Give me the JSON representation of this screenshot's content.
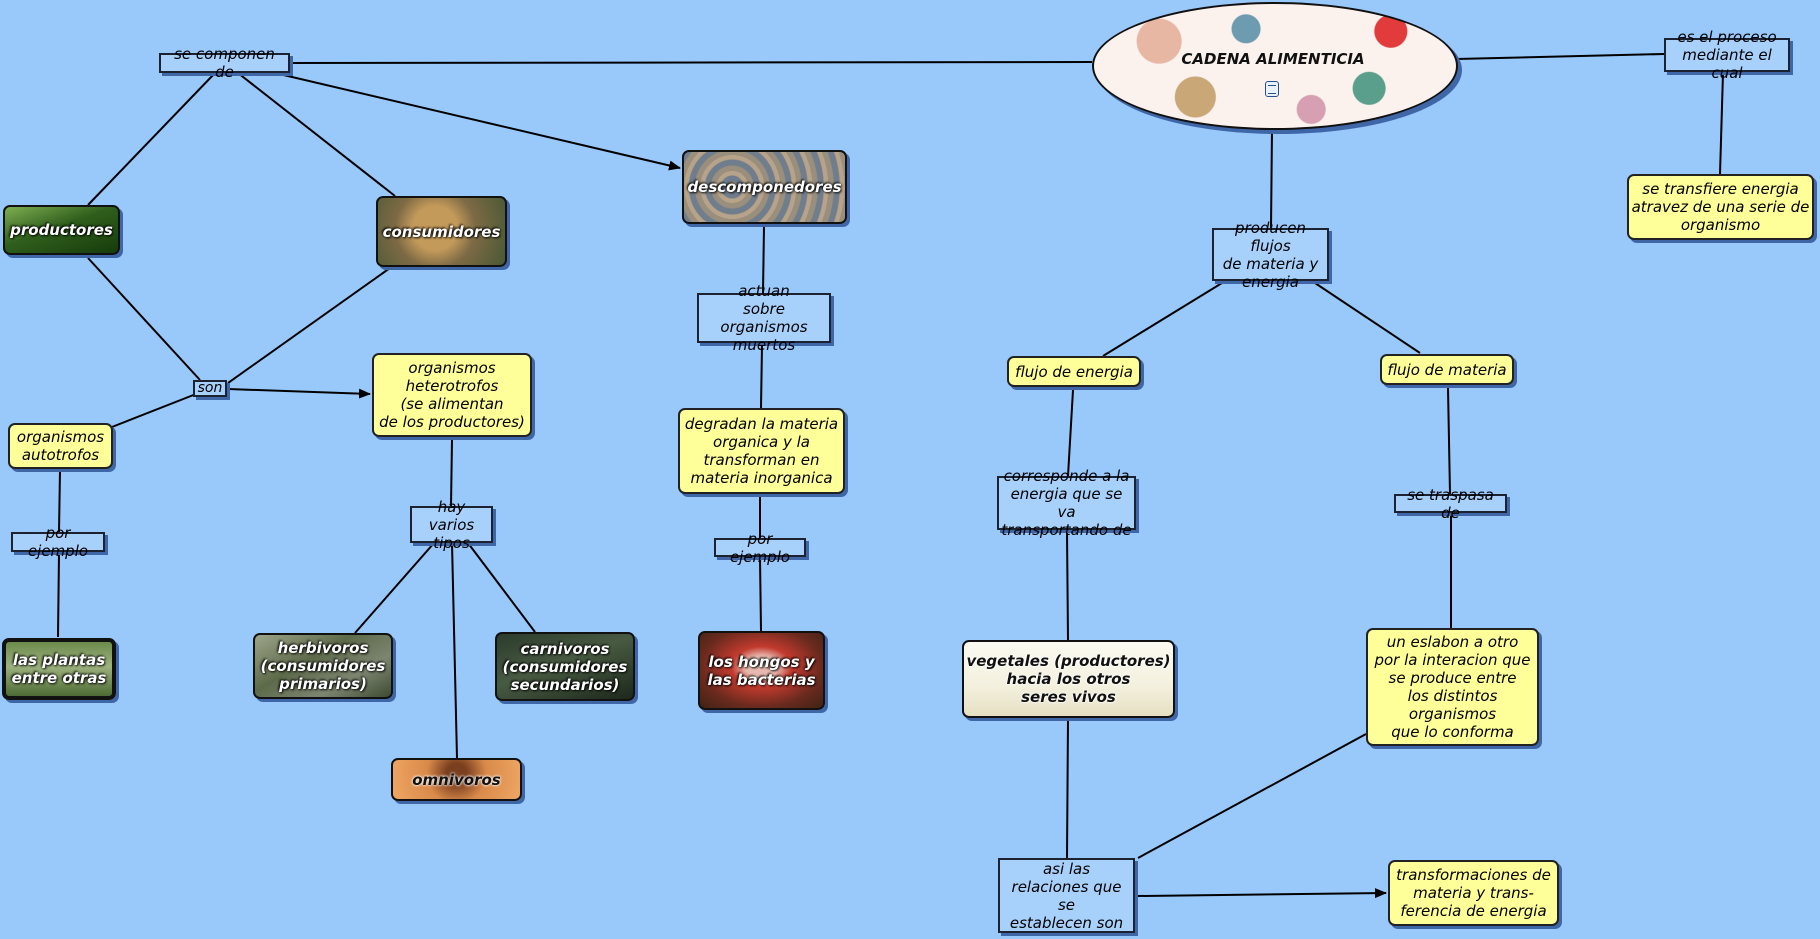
{
  "title": "CADENA ALIMENTICIA",
  "nodes": {
    "se_componen_de": "se componen de",
    "productores": "productores",
    "consumidores": "consumidores",
    "descomponedores": "descomponedores",
    "son": "son",
    "organismos_autotrofos": "organismos\nautotrofos",
    "organismos_heterotrofos": "organismos\nheterotrofos\n(se alimentan\nde los productores)",
    "por_ejemplo_1": "por ejemplo",
    "las_plantas": "las plantas\nentre otras",
    "hay_varios_tipos": "hay varios\ntipos",
    "herbivoros": "herbivoros\n(consumidores\nprimarios)",
    "carnivoros": "carnivoros\n(consumidores\nsecundarios)",
    "omnivoros": "omnivoros",
    "actuan": "actuan\nsobre organismos\nmuertos",
    "degradan": "degradan la materia\norganica y la\ntransforman en\nmateria inorganica",
    "por_ejemplo_2": "por ejemplo",
    "hongos": "los hongos y\nlas bacterias",
    "producen_flujos": "producen flujos\nde materia y\nenergia",
    "flujo_energia": "flujo de energia",
    "flujo_materia": "flujo de materia",
    "corresponde": "corresponde a la\nenergia que se va\ntransportando de",
    "se_traspasa_de": "se traspasa de",
    "vegetales": "vegetales (productores)\nhacia los otros\nseres vivos",
    "eslabon": "un eslabon a otro\npor la interacion que\nse produce entre\nlos distintos\norganismos\nque lo conforma",
    "asi_las_relaciones": "asi las\nrelaciones que se\nestablecen son",
    "transformaciones": "transformaciones de\nmateria y trans-\nferencia de energia",
    "es_el_proceso": "es el proceso\nmediante el cual",
    "se_transfiere": "se transfiere energia\natravez de una serie de\norganismo"
  },
  "icons": {
    "title_attachment": "document-icon"
  },
  "colors": {
    "background": "#99c8fb",
    "yellow_node": "#ffff99",
    "label_node": "#a7d0fb",
    "line": "#000000"
  }
}
